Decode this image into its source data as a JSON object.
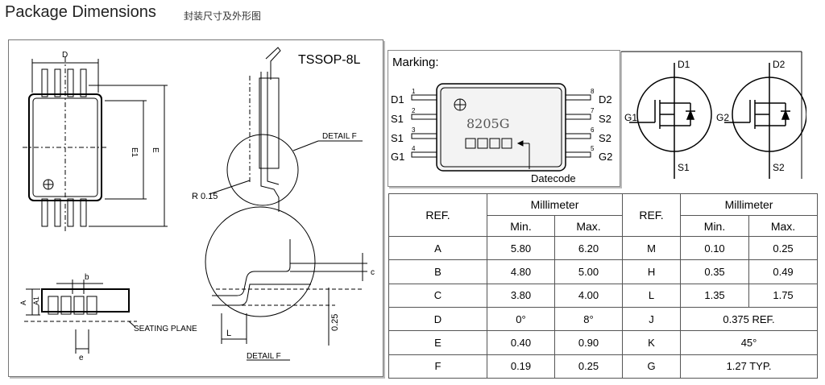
{
  "header": {
    "title": "Package Dimensions",
    "subtitle": "封装尺寸及外形图"
  },
  "package_drawing": {
    "package_name": "TSSOP-8L",
    "labels": {
      "D": "D",
      "E1": "E1",
      "E": "E",
      "detail_f_top": "DETAIL F",
      "radius": "R 0.15",
      "b": "b",
      "A": "A",
      "A1": "A1",
      "seating_plane": "SEATING PLANE",
      "e": "e",
      "L": "L",
      "gauge": "0.25",
      "c": "c",
      "detail_f_bottom": "DETAIL F"
    }
  },
  "marking": {
    "title": "Marking:",
    "chip_text": "8205G",
    "datecode": "Datecode",
    "left_pins": [
      {
        "num": "1",
        "name": "D1"
      },
      {
        "num": "2",
        "name": "S1"
      },
      {
        "num": "3",
        "name": "S1"
      },
      {
        "num": "4",
        "name": "G1"
      }
    ],
    "right_pins": [
      {
        "num": "8",
        "name": "D2"
      },
      {
        "num": "7",
        "name": "S2"
      },
      {
        "num": "6",
        "name": "S2"
      },
      {
        "num": "5",
        "name": "G2"
      }
    ]
  },
  "schematic": {
    "D1": "D1",
    "G1": "G1",
    "S1": "S1",
    "D2": "D2",
    "G2": "G2",
    "S2": "S2"
  },
  "dimension_table": {
    "col_ref": "REF.",
    "col_unit": "Millimeter",
    "col_min": "Min.",
    "col_max": "Max.",
    "left_rows": [
      {
        "ref": "A",
        "min": "5.80",
        "max": "6.20"
      },
      {
        "ref": "B",
        "min": "4.80",
        "max": "5.00"
      },
      {
        "ref": "C",
        "min": "3.80",
        "max": "4.00"
      },
      {
        "ref": "D",
        "min": "0°",
        "max": "8°"
      },
      {
        "ref": "E",
        "min": "0.40",
        "max": "0.90"
      },
      {
        "ref": "F",
        "min": "0.19",
        "max": "0.25"
      }
    ],
    "right_rows": [
      {
        "ref": "M",
        "min": "0.10",
        "max": "0.25"
      },
      {
        "ref": "H",
        "min": "0.35",
        "max": "0.49"
      },
      {
        "ref": "L",
        "min": "1.35",
        "max": "1.75"
      },
      {
        "ref": "J",
        "value": "0.375 REF."
      },
      {
        "ref": "K",
        "value": "45°"
      },
      {
        "ref": "G",
        "value": "1.27 TYP."
      }
    ]
  }
}
